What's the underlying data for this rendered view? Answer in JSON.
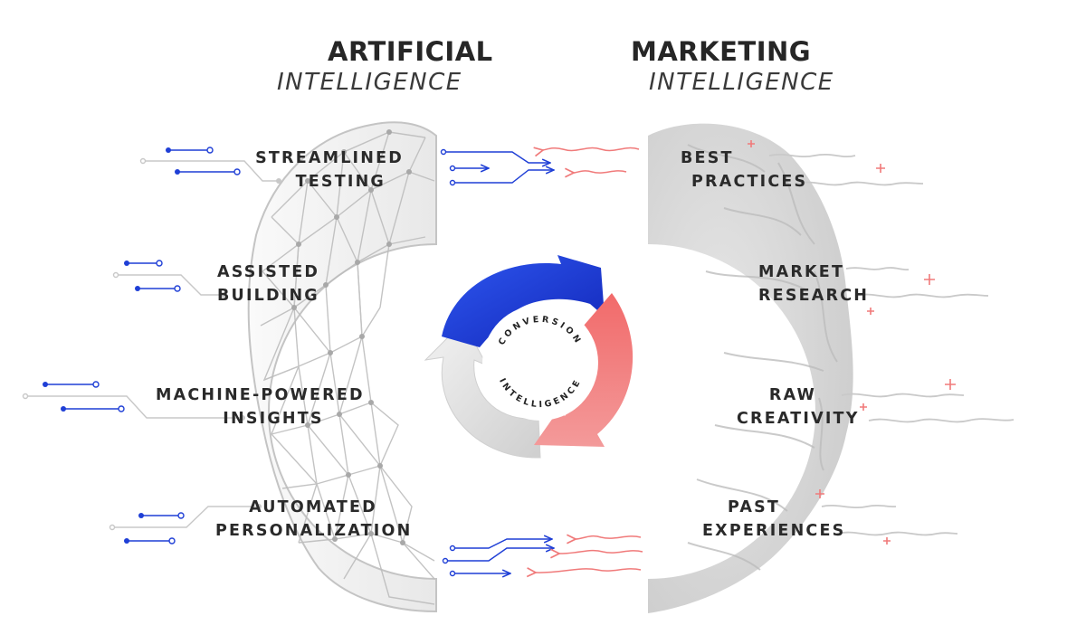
{
  "headings": {
    "ai": {
      "main": "ARTIFICIAL",
      "sub": "INTELLIGENCE"
    },
    "mi": {
      "main": "MARKETING",
      "sub": "INTELLIGENCE"
    }
  },
  "ai_items": [
    {
      "line1": "STREAMLINED",
      "line2": "TESTING"
    },
    {
      "line1": "ASSISTED",
      "line2": "BUILDING"
    },
    {
      "line1": "MACHINE-POWERED",
      "line2": "INSIGHTS"
    },
    {
      "line1": "AUTOMATED",
      "line2": "PERSONALIZATION"
    }
  ],
  "mi_items": [
    {
      "line1": "BEST",
      "line2": "PRACTICES"
    },
    {
      "line1": "MARKET",
      "line2": "RESEARCH"
    },
    {
      "line1": "RAW",
      "line2": "CREATIVITY"
    },
    {
      "line1": "PAST",
      "line2": "EXPERIENCES"
    }
  ],
  "center": {
    "top": "CONVERSION",
    "bottom": "INTELLIGENCE"
  },
  "colors": {
    "blue": "#1f3fd6",
    "red": "#f07a7a",
    "grey_brain": "#d7d7d7",
    "mesh": "#b9b9b9",
    "text": "#2a2a2a"
  }
}
